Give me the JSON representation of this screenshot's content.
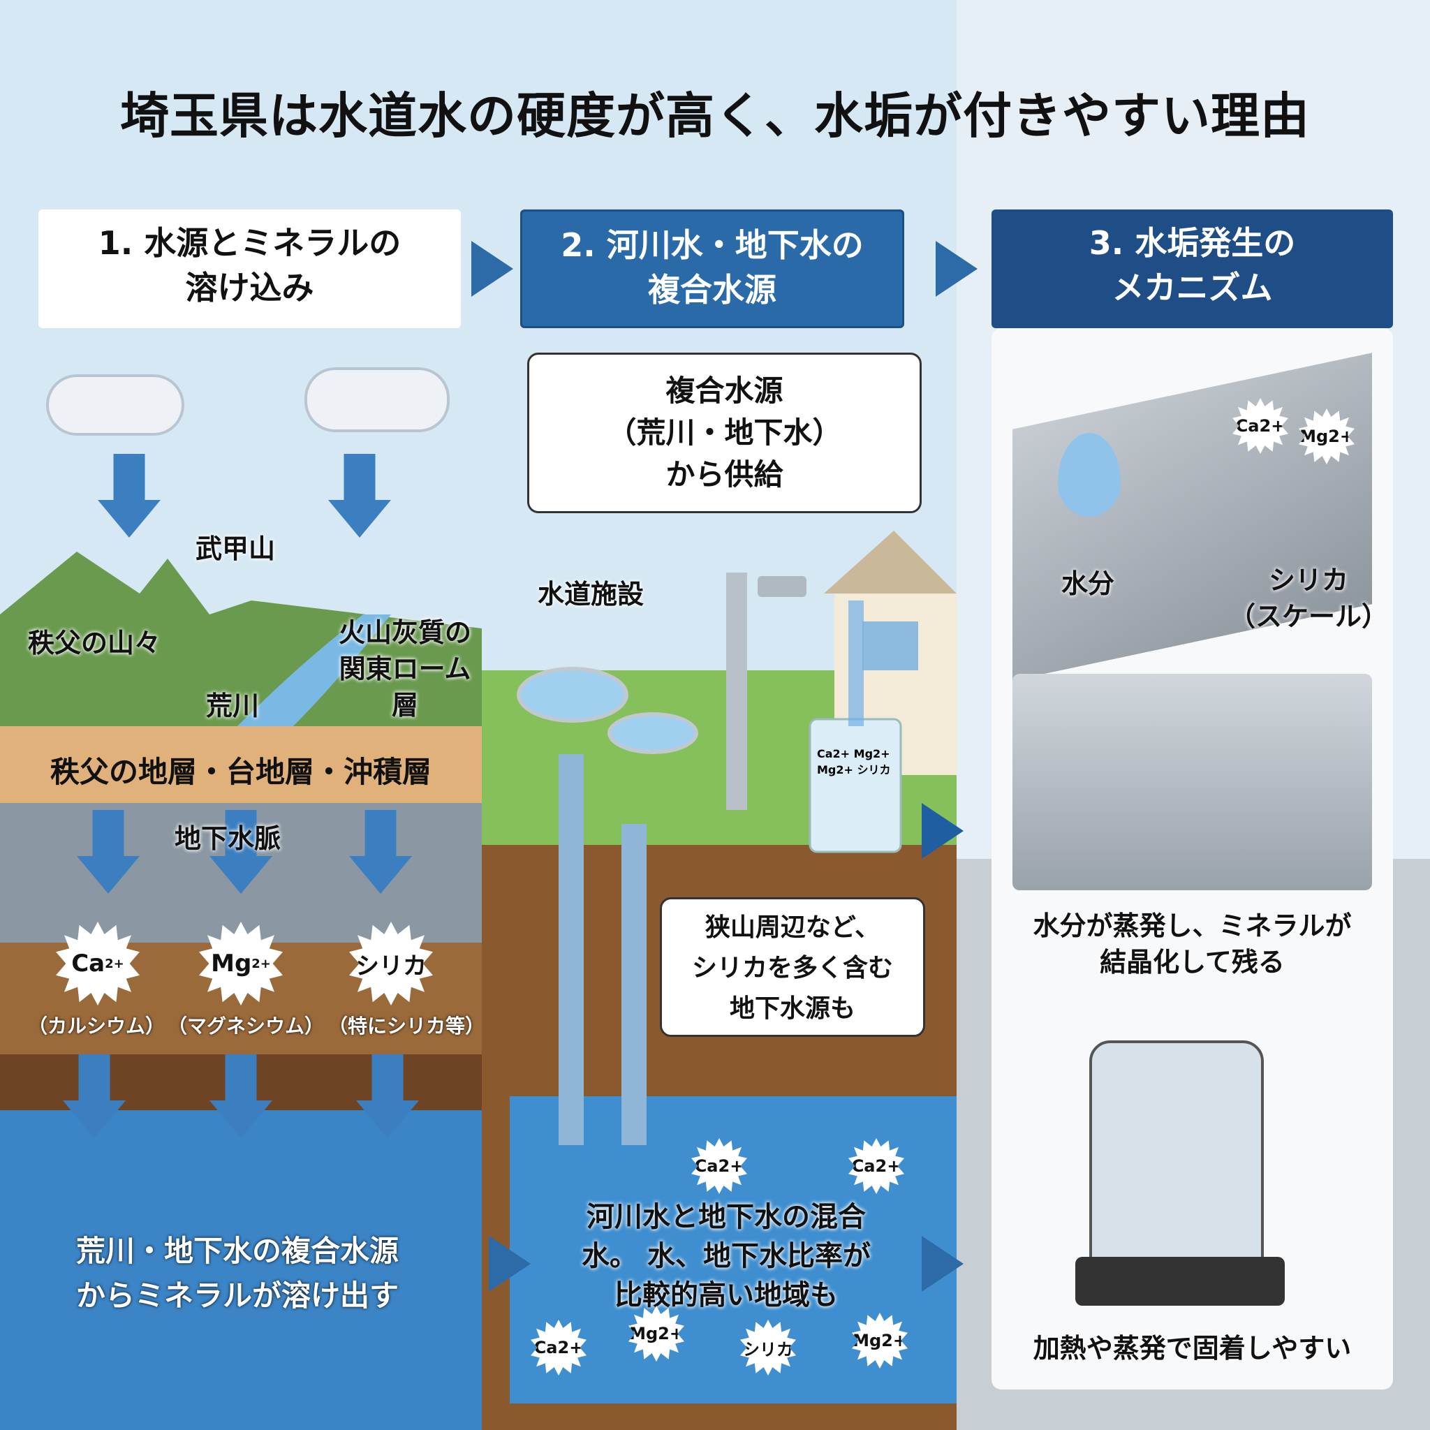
{
  "title": "埼玉県は水道水の硬度が高く、水垢が付きやすい理由",
  "steps": [
    {
      "line1": "1. 水源とミネラルの",
      "line2": "溶け込み"
    },
    {
      "line1": "2. 河川水・地下水の",
      "line2": "複合水源"
    },
    {
      "line1": "3. 水垢発生の",
      "line2": "メカニズム"
    }
  ],
  "left": {
    "mountain": "武甲山",
    "chichibu": "秩父の山々",
    "river": "荒川",
    "kanto": [
      "火山灰質の",
      "関東ローム",
      "層"
    ],
    "strata": "秩父の地層・台地層・沖積層",
    "groundwater": "地下水脈",
    "minerals": [
      {
        "symbol": "Ca",
        "charge": "2+",
        "name": "（カルシウム）"
      },
      {
        "symbol": "Mg",
        "charge": "2+",
        "name": "（マグネシウム）"
      },
      {
        "symbol": "シリカ",
        "charge": "",
        "name": "（特にシリカ等）"
      }
    ],
    "bottom": [
      "荒川・地下水の複合水源",
      "からミネラルが溶け出す"
    ]
  },
  "middle": {
    "bubble": [
      "複合水源",
      "（荒川・地下水）",
      "から供給"
    ],
    "facility": "水道施設",
    "glass_ions": [
      "Ca2+",
      "Mg2+",
      "Mg2+",
      "シリカ"
    ],
    "sayama": [
      "狭山周辺など、",
      "シリカを多く含む",
      "地下水源も"
    ],
    "mix": [
      "河川水と地下水の混合",
      "水。 水、地下水比率が",
      "比較的高い地域も"
    ],
    "ions": [
      "Ca2+",
      "Ca2+",
      "Ca2+",
      "Mg2+",
      "シリカ",
      "Mg2+"
    ]
  },
  "right": {
    "ions": [
      "Ca2+",
      "Mg2+"
    ],
    "water": "水分",
    "silica": [
      "シリカ",
      "（スケール）"
    ],
    "evap": [
      "水分が蒸発し、ミネラルが",
      "結晶化して残る"
    ],
    "heat": "加熱や蒸発で固着しやすい"
  },
  "colors": {
    "header_blue": "#2a6aa8",
    "header_navy": "#1f4d86",
    "arrow": "#2d6aa8",
    "soil": "#8a5a2e",
    "water": "#3f8fd0",
    "grass": "#7ab648"
  }
}
